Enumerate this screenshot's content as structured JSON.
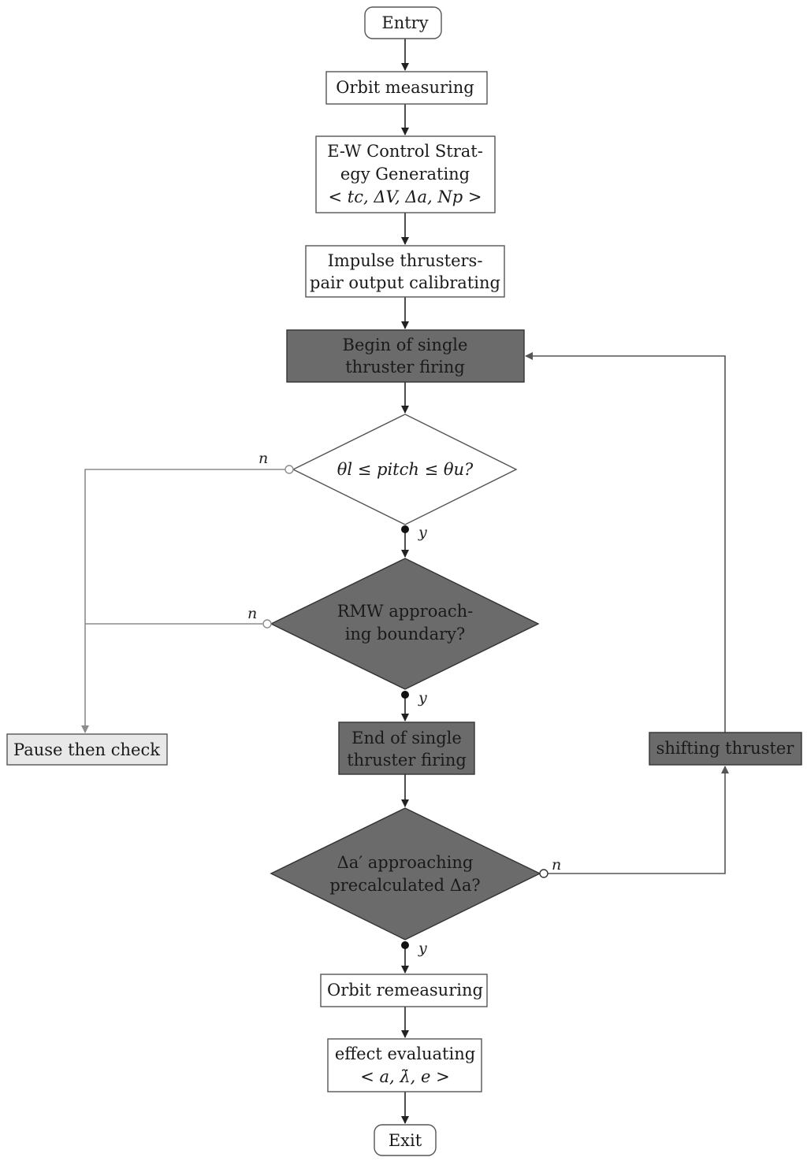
{
  "nodes": {
    "entry": {
      "lines": [
        "Entry"
      ]
    },
    "orbit_measuring": {
      "lines": [
        "Orbit measuring"
      ]
    },
    "ew_strategy": {
      "lines": [
        "E-W Control Strat-",
        "egy Generating",
        "< tc, ΔV, Δa, Np >"
      ]
    },
    "calibrating": {
      "lines": [
        "Impulse thrusters-",
        "pair output calibrating"
      ]
    },
    "begin_firing": {
      "lines": [
        "Begin of single",
        "thruster firing"
      ]
    },
    "pitch_check": {
      "lines": [
        "θl ≤ pitch ≤ θu?"
      ]
    },
    "rmw_check": {
      "lines": [
        "RMW approach-",
        "ing boundary?"
      ]
    },
    "pause_check": {
      "lines": [
        "Pause then check"
      ]
    },
    "end_firing": {
      "lines": [
        "End of single",
        "thruster firing"
      ]
    },
    "shifting": {
      "lines": [
        "shifting thruster"
      ]
    },
    "da_check": {
      "lines": [
        "Δa′ approaching",
        "precalculated Δa?"
      ]
    },
    "orbit_remeasuring": {
      "lines": [
        "Orbit remeasuring"
      ]
    },
    "effect_eval": {
      "lines": [
        "effect evaluating",
        "< a, λ̇, e >"
      ]
    },
    "exit": {
      "lines": [
        "Exit"
      ]
    }
  },
  "edge_labels": {
    "pitch_no": "n",
    "pitch_yes": "y",
    "rmw_no": "n",
    "rmw_yes": "y",
    "da_no": "n",
    "da_yes": "y"
  },
  "colors": {
    "dark_fill": "#6b6b6b",
    "light_fill": "#e8e8e8",
    "line": "#333333",
    "grey_line": "#8c8c8c"
  }
}
